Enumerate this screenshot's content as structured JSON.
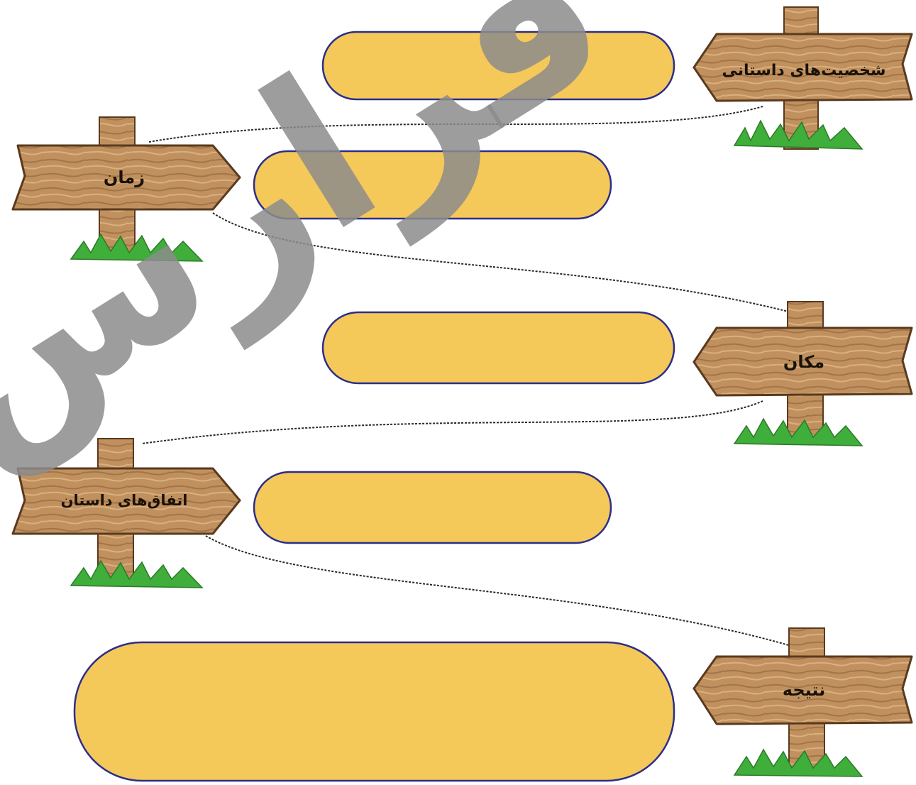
{
  "signposts": [
    {
      "id": "characters",
      "label": "شخصیت‌های داستانی",
      "points": "left"
    },
    {
      "id": "time",
      "label": "زمان",
      "points": "right"
    },
    {
      "id": "place",
      "label": "مکان",
      "points": "left"
    },
    {
      "id": "events",
      "label": "اتفاق‌های داستان",
      "points": "right"
    },
    {
      "id": "conclusion",
      "label": "نتیجه",
      "points": "left"
    }
  ],
  "answer_boxes": [
    {
      "id": "characters-answer",
      "text": ""
    },
    {
      "id": "time-answer",
      "text": ""
    },
    {
      "id": "place-answer",
      "text": ""
    },
    {
      "id": "events-answer",
      "text": ""
    },
    {
      "id": "conclusion-answer",
      "text": ""
    }
  ],
  "watermark": "فرارس",
  "colors": {
    "wood": "#b98a5c",
    "wood_dark": "#7a5330",
    "grass": "#3fae3a",
    "box_fill": "#f5c85a",
    "box_edge": "#2b2e8a",
    "watermark": "#8c8c8c"
  }
}
